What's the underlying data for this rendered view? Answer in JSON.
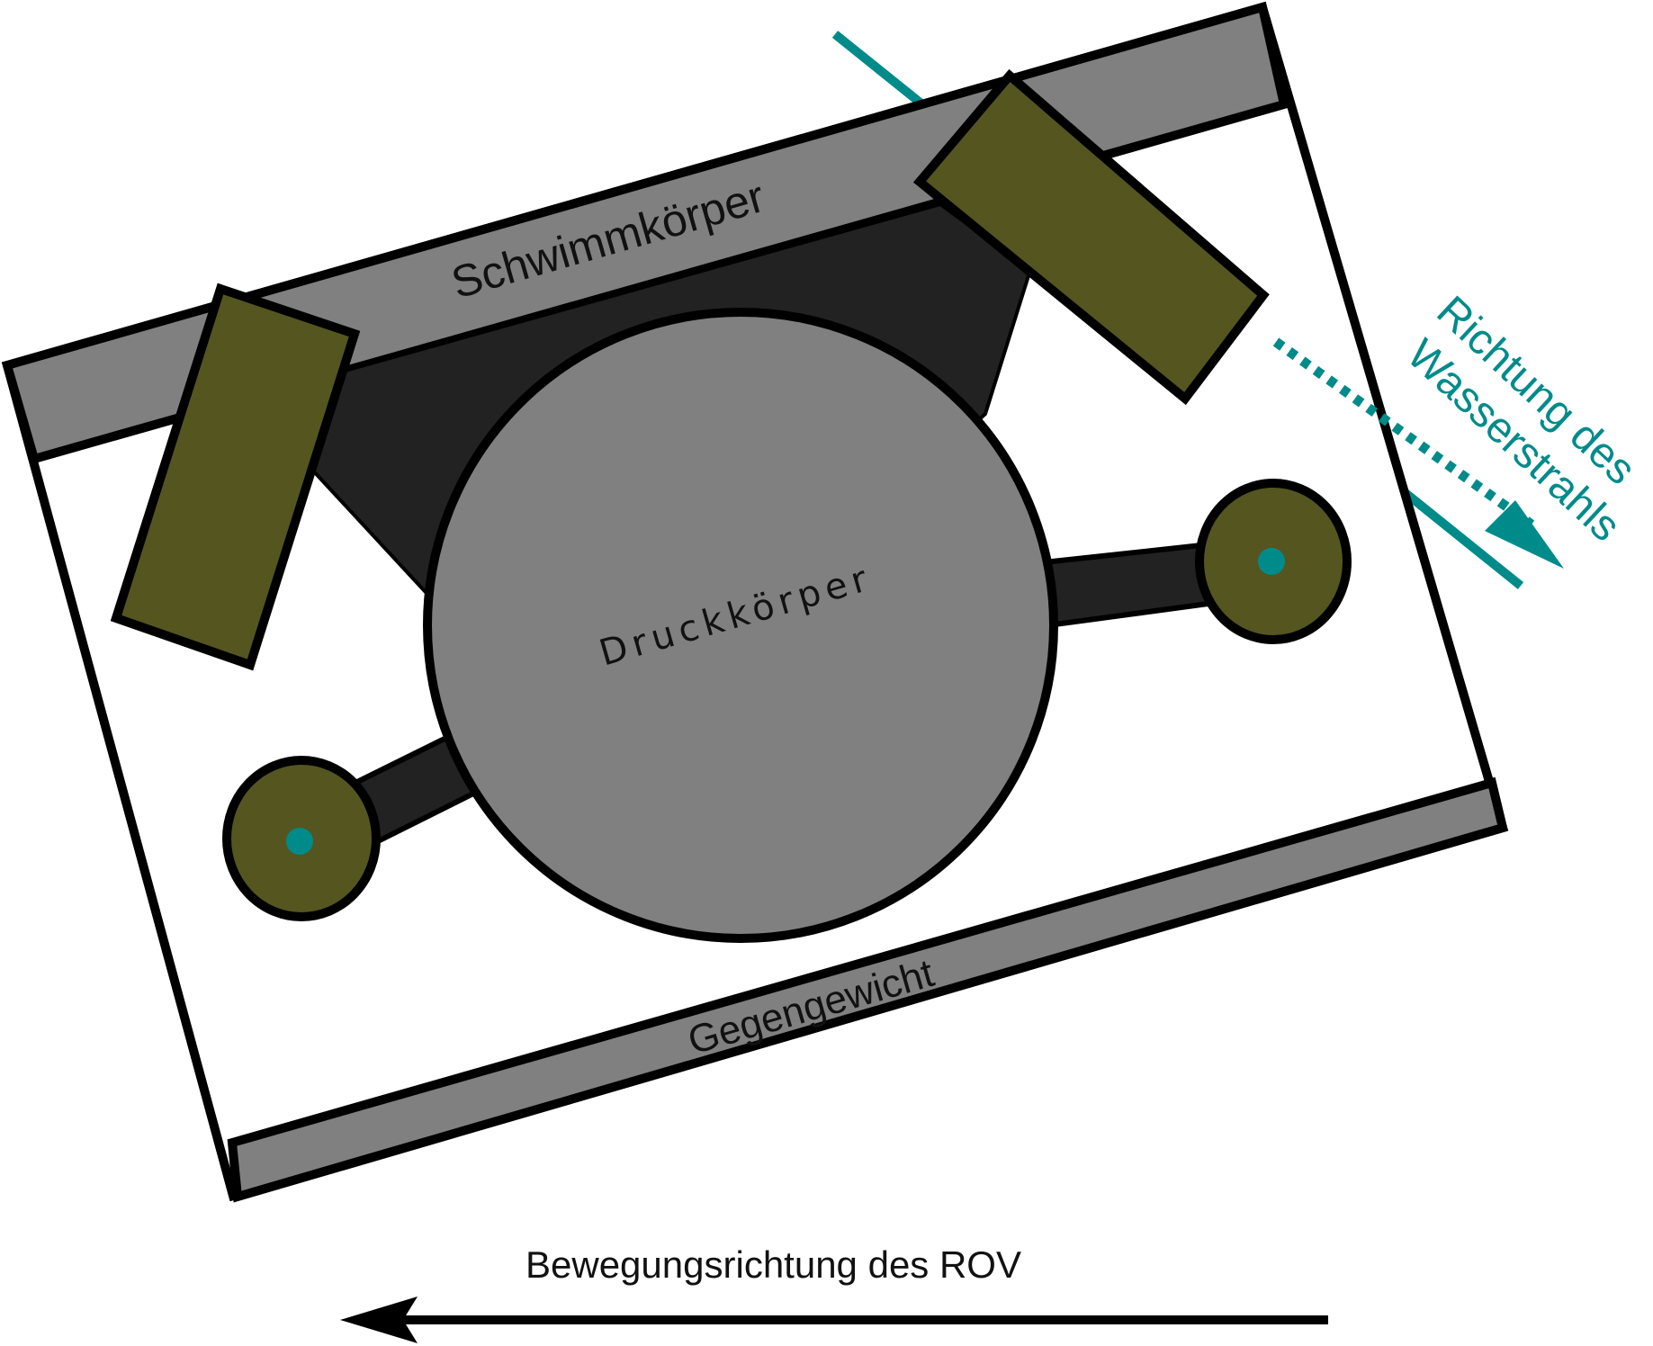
{
  "labels": {
    "buoyancy": "Schwimmkörper",
    "pressure_hull": "Druckkörper",
    "counterweight": "Gegengewicht",
    "jet_line1": "Richtung des",
    "jet_line2": "Wasserstrahls",
    "movement": "Bewegungsrichtung des ROV"
  },
  "colors": {
    "frame_stroke": "#000000",
    "float_fill": "#808080",
    "frame_dark": "#222222",
    "hull_fill": "#808080",
    "thruster_fill": "#555520",
    "jet_teal": "#008b8b",
    "background": "#ffffff"
  }
}
